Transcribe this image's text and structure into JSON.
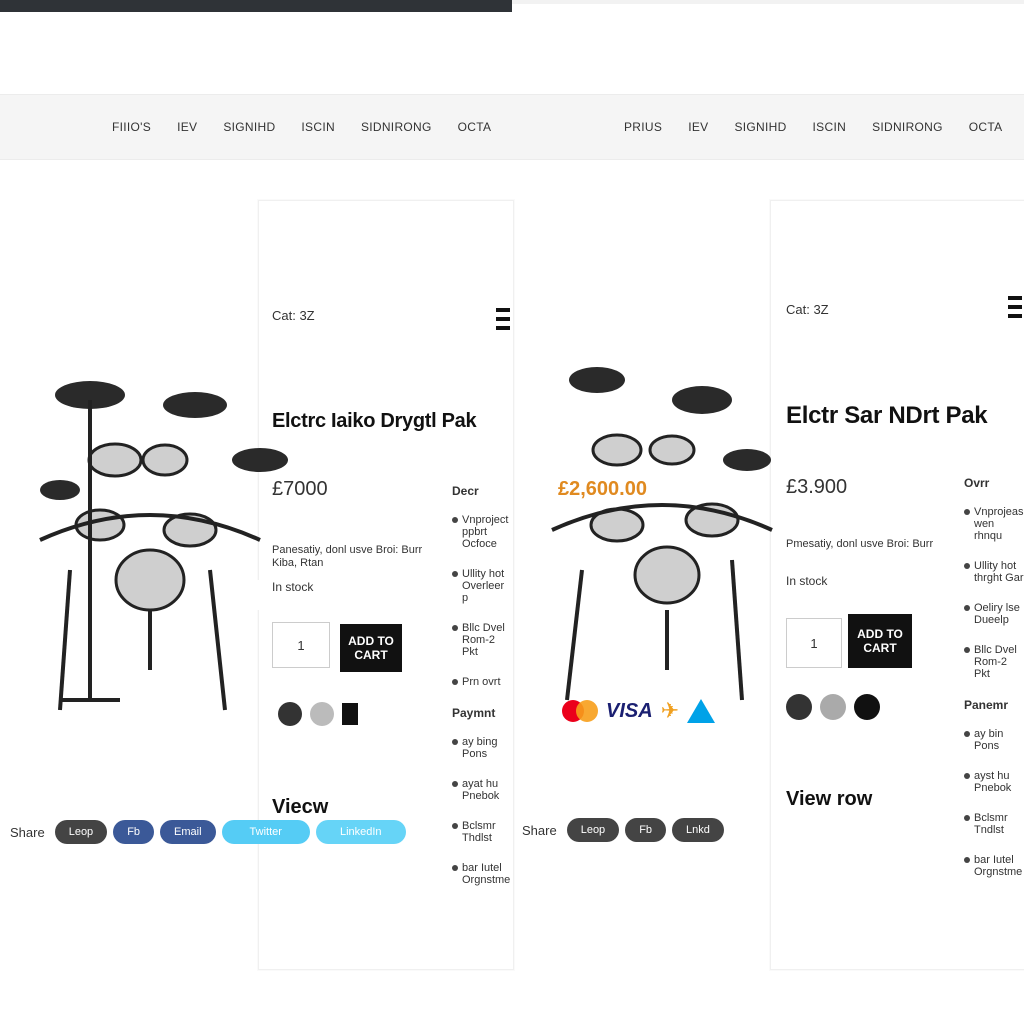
{
  "nav": {
    "left_items": [
      "FIIIO'S",
      "IEV",
      "SIGNIHD",
      "ISCIN",
      "SIDNIRONG",
      "OCTA"
    ],
    "right_items": [
      "PRIUS",
      "IEV",
      "SIGNIHD",
      "ISCIN",
      "SIDNIRONG",
      "OCTA"
    ]
  },
  "product_left": {
    "category": "Cat: 3Z",
    "title": "Elctrc Iaiko Drygtl Pak",
    "price": "£7000",
    "price_accent": "£2,600.00",
    "description": "Panesatiy, donl usve Broi: Burr Kiba, Rtan",
    "stock": "In stock",
    "quantity": "1",
    "add_to_cart": "ADD TO CART",
    "review_heading": "Viecw",
    "share_label": "Share",
    "share_buttons": [
      "Leop",
      "Fb",
      "Email",
      "Twitter",
      "LinkedIn"
    ]
  },
  "product_right": {
    "category": "Cat: 3Z",
    "title": "Elctr Sar NDrt Pak",
    "price": "£3.900",
    "description": "Pmesatiy, donl usve Broi: Burr",
    "stock": "In stock",
    "quantity": "1",
    "add_to_cart": "ADD TO CART",
    "review_heading": "View row",
    "share_label": "Share",
    "share_buttons": [
      "Leop",
      "Fb",
      "Lnkd"
    ]
  },
  "sidebar_left": {
    "heading1": "Decr",
    "items1": [
      "Vnproject ppbrt Ocfoce",
      "Ullity hot Overleer p",
      "Bllc Dvel Rom-2 Pkt",
      "Prn ovrt"
    ],
    "heading2": "Paymnt",
    "items2": [
      "ay bing Pons",
      "ayat hu Pnebok",
      "Bclsmr Thdlst",
      "bar Iutel Orgnstme"
    ]
  },
  "sidebar_right": {
    "heading1": "Ovrr",
    "items1": [
      "Vnprojeasr wen rhnqu",
      "Ullity hot thrght Gar",
      "Oeliry lse Dueelp",
      "Bllc Dvel Rom-2 Pkt"
    ],
    "heading2": "Panemr",
    "items2": [
      "ay bin Pons",
      "ayst hu Pnebok",
      "Bclsmr Tndlst",
      "bar Iutel Orgnstme"
    ]
  },
  "payments": [
    "mastercard-icon",
    "visa-icon",
    "paypal-icon",
    "arrow-icon"
  ],
  "colors": {
    "topbar": "#2f3337",
    "accent_price": "#e08a20",
    "button_dark": "#111111",
    "fb_blue": "#3b5998",
    "twitter_blue": "#55ccf5",
    "visa_blue": "#1a1f71"
  }
}
